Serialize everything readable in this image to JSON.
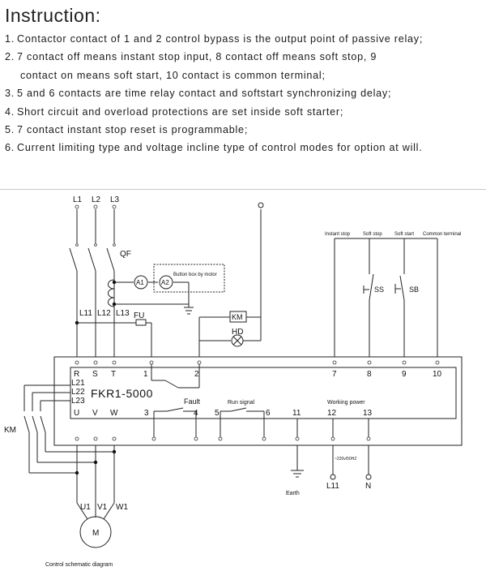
{
  "instructions": {
    "title": "Instruction:",
    "items": [
      {
        "num": "1.",
        "text": "Contactor contact of 1 and 2 control bypass is the output point of passive relay;"
      },
      {
        "num": "2.",
        "text": "7 contact off means instant stop input, 8 contact off means soft stop, 9",
        "cont": "contact on means soft start, 10 contact is common terminal;"
      },
      {
        "num": "3.",
        "text": "5 and 6 contacts are time relay contact and softstart synchronizing delay;"
      },
      {
        "num": "4.",
        "text": "Short circuit and overload protections are set inside soft starter;"
      },
      {
        "num": "5.",
        "text": "7 contact instant stop reset is programmable;"
      },
      {
        "num": "6.",
        "text": "Current limiting type and voltage incline type of control modes for option at will."
      }
    ]
  },
  "schematic": {
    "inputs": [
      "L1",
      "L2",
      "L3"
    ],
    "breaker": "QF",
    "button_box": "Button box by motor",
    "meter_a1": "A1",
    "meter_a2": "A2",
    "lines": [
      "L11",
      "L12",
      "L13"
    ],
    "fuse": "FU",
    "contactor_coil": "KM",
    "indicator": "HD",
    "control_header": {
      "instant_stop": "Instant stop",
      "soft_stop": "Soft stop",
      "soft_start": "Soft start",
      "common": "Common terminal"
    },
    "switch_ss": "SS",
    "switch_sb": "SB",
    "top_terminals": {
      "r": "R",
      "s": "S",
      "t": "T",
      "t1": "1",
      "t2": "2",
      "t7": "7",
      "t8": "8",
      "t9": "9",
      "t10": "10"
    },
    "bypass_labels": [
      "L21",
      "L22",
      "L23"
    ],
    "model": "FKR1-5000",
    "fault_label": "Fault",
    "run_label": "Run signal",
    "power_label": "Working power",
    "bottom_terminals": {
      "u": "U",
      "v": "V",
      "w": "W",
      "t3": "3",
      "t4": "4",
      "t5": "5",
      "t6": "6",
      "t11": "11",
      "t12": "12",
      "t13": "13"
    },
    "contactor_label": "KM",
    "voltage_note": "~220v/50HZ",
    "line_out": "L11",
    "neutral": "N",
    "earth": "Earth",
    "motor_terminals": [
      "U1",
      "V1",
      "W1"
    ],
    "motor": "M",
    "caption": "Control schematic diagram"
  }
}
